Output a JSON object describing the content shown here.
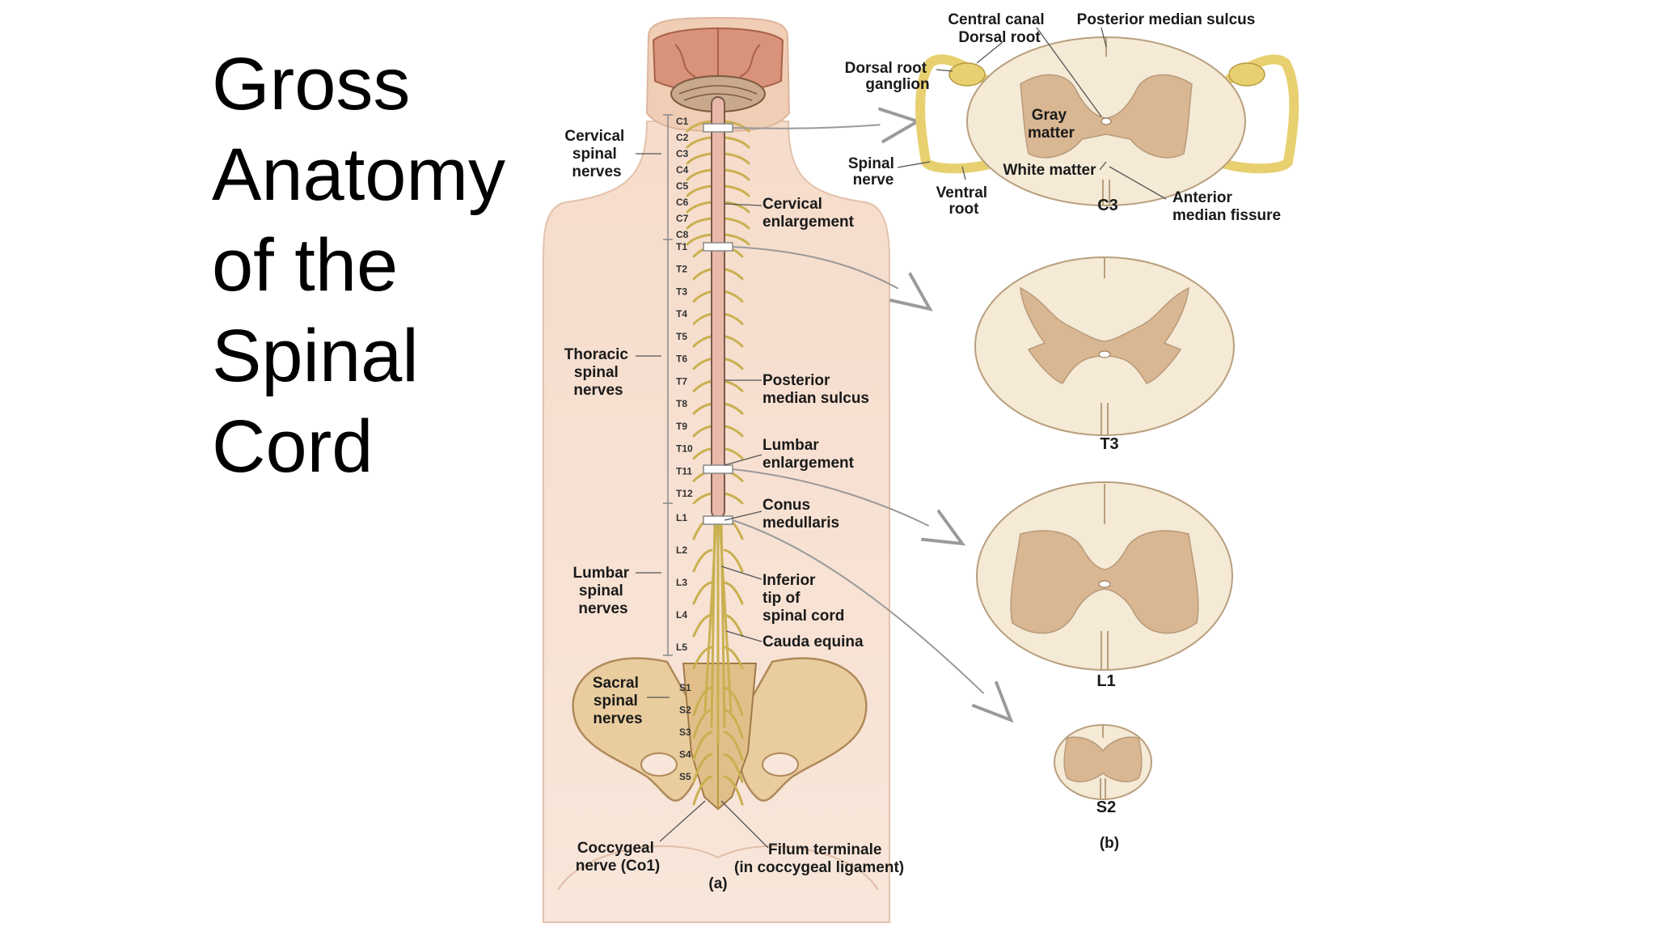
{
  "slide": {
    "title_lines": [
      "Gross",
      "Anatomy",
      "of the",
      "Spinal",
      "Cord"
    ]
  },
  "figure_a": {
    "label": "(a)",
    "segments": {
      "cervical": [
        "C1",
        "C2",
        "C3",
        "C4",
        "C5",
        "C6",
        "C7",
        "C8"
      ],
      "thoracic": [
        "T1",
        "T2",
        "T3",
        "T4",
        "T5",
        "T6",
        "T7",
        "T8",
        "T9",
        "T10",
        "T11",
        "T12"
      ],
      "lumbar": [
        "L1",
        "L2",
        "L3",
        "L4",
        "L5"
      ],
      "sacral": [
        "S1",
        "S2",
        "S3",
        "S4",
        "S5"
      ]
    },
    "left_labels": {
      "cervical": [
        "Cervical",
        "spinal",
        "nerves"
      ],
      "thoracic": [
        "Thoracic",
        "spinal",
        "nerves"
      ],
      "lumbar": [
        "Lumbar",
        "spinal",
        "nerves"
      ],
      "sacral": [
        "Sacral",
        "spinal",
        "nerves"
      ],
      "coccygeal": [
        "Coccygeal",
        "nerve (Co1)"
      ]
    },
    "right_labels": {
      "cervical_enlargement": [
        "Cervical",
        "enlargement"
      ],
      "posterior_median_sulcus": [
        "Posterior",
        "median sulcus"
      ],
      "lumbar_enlargement": [
        "Lumbar",
        "enlargement"
      ],
      "conus_medullaris": [
        "Conus",
        "medullaris"
      ],
      "inferior_tip": [
        "Inferior",
        "tip of",
        "spinal cord"
      ],
      "cauda_equina": [
        "Cauda equina"
      ],
      "filum_terminale": [
        "Filum terminale",
        "(in coccygeal ligament)"
      ]
    }
  },
  "figure_b": {
    "label": "(b)",
    "section_labels": [
      "C3",
      "T3",
      "L1",
      "S2"
    ],
    "c3_labels": {
      "central_canal": "Central canal",
      "posterior_median_sulcus": "Posterior median sulcus",
      "dorsal_root": "Dorsal root",
      "dorsal_root_ganglion": [
        "Dorsal root",
        "ganglion"
      ],
      "gray_matter": [
        "Gray",
        "matter"
      ],
      "spinal_nerve": [
        "Spinal",
        "nerve"
      ],
      "white_matter": "White matter",
      "ventral_root": [
        "Ventral",
        "root"
      ],
      "anterior_median_fissure": [
        "Anterior",
        "median fissure"
      ]
    }
  },
  "colors": {
    "skin": "#f2d6c2",
    "white_matter": "#f4ead6",
    "gray_matter": "#d9b792",
    "nerve": "#d8c470",
    "bone": "#e9cd9e",
    "brain": "#d9937a"
  }
}
